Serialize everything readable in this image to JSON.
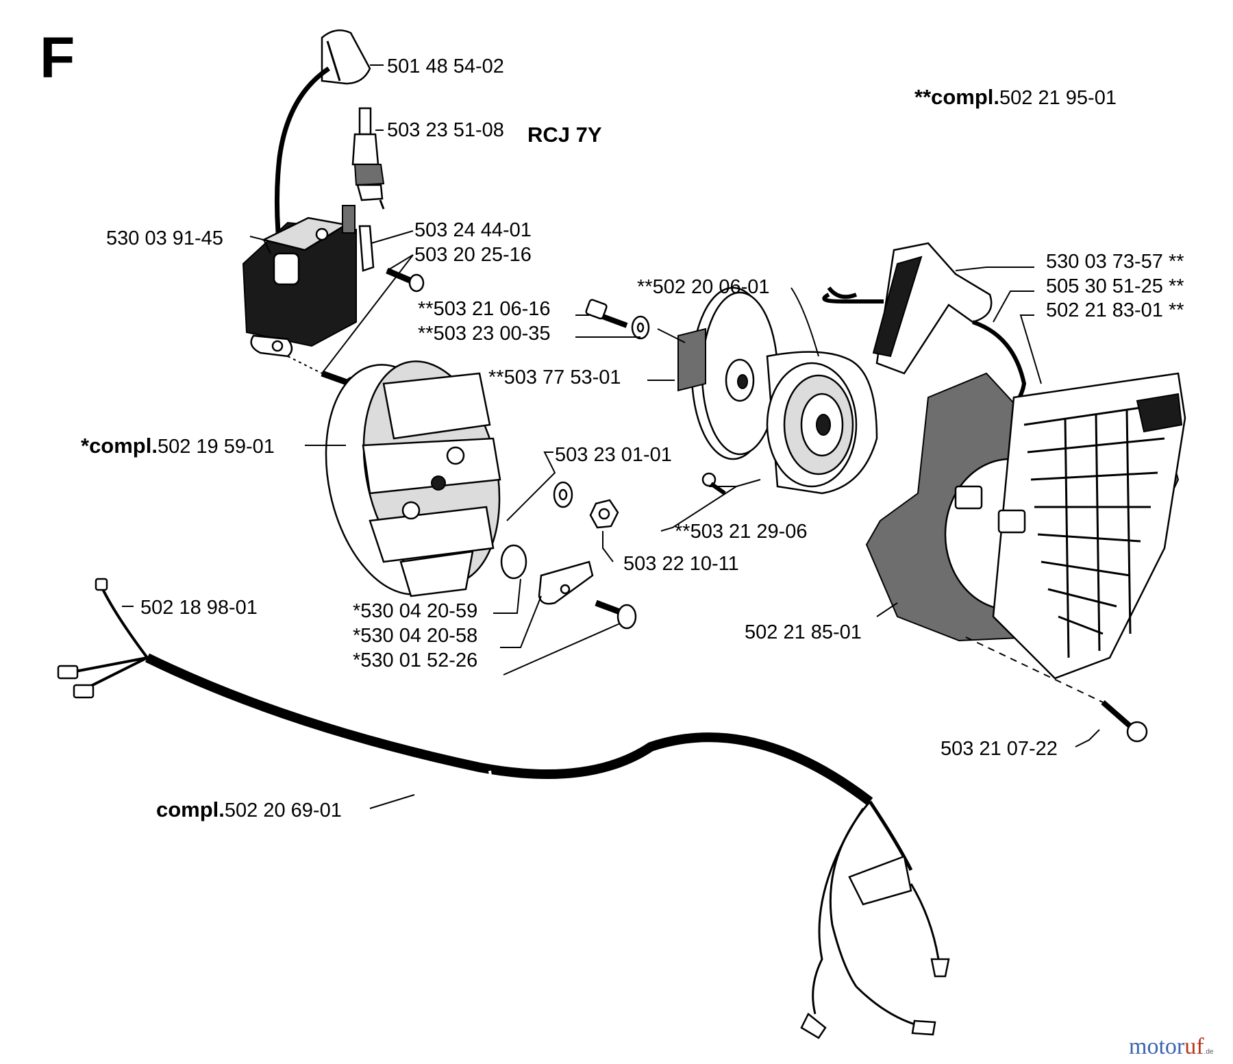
{
  "section_letter": "F",
  "labels": {
    "l1": "501 48 54-02",
    "l2": "503 23 51-08",
    "l2_type": "RCJ 7Y",
    "l3": "530 03 91-45",
    "l4": "503 24 44-01",
    "l5": "503 20 25-16",
    "l6": "**503 21 06-16",
    "l7": "**503 23 00-35",
    "l8": "**502 20 06-01",
    "l9": "**503 77 53-01",
    "l10_prefix": "*compl.",
    "l10": "502 19 59-01",
    "l11": "503 23 01-01",
    "l12": "**503 21 29-06",
    "l13": "503 22 10-11",
    "l14": "502 18 98-01",
    "l15": "*530 04 20-59",
    "l16": "*530 04 20-58",
    "l17": "*530 01 52-26",
    "l18_prefix": "**compl.",
    "l18": "502 21 95-01",
    "l19": "530 03 73-57 **",
    "l20": "505 30 51-25 **",
    "l21": "502 21 83-01 **",
    "l22": "502 21 85-01",
    "l23": "503 21 07-22",
    "l24_prefix": "compl.",
    "l24": "502  20 69-01"
  },
  "watermark": {
    "part1": "motor",
    "part2": "uf",
    "part3": ".de"
  }
}
